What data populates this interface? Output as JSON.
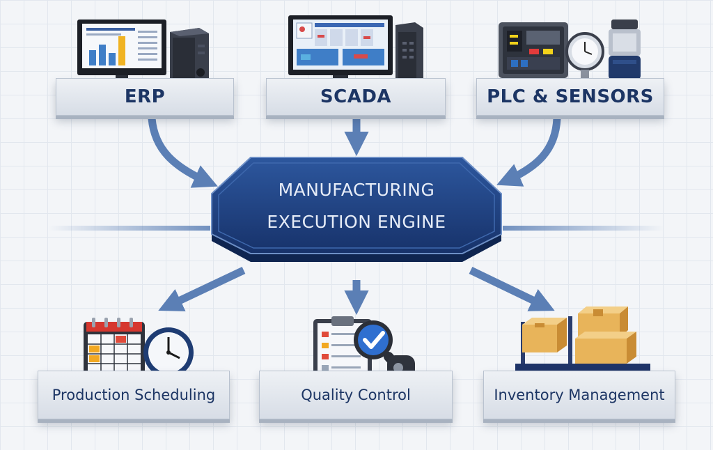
{
  "hub": {
    "line1": "MANUFACTURING",
    "line2": "EXECUTION ENGINE"
  },
  "sources": [
    {
      "label": "ERP",
      "icon": "erp-computer-icon"
    },
    {
      "label": "SCADA",
      "icon": "scada-computer-icon"
    },
    {
      "label": "PLC & SENSORS",
      "icon": "plc-sensors-icon"
    }
  ],
  "outputs": [
    {
      "label": "Production Scheduling",
      "icon": "calendar-clock-icon"
    },
    {
      "label": "Quality Control",
      "icon": "clipboard-checkmark-icon"
    },
    {
      "label": "Inventory Management",
      "icon": "pallet-boxes-icon"
    }
  ],
  "colors": {
    "hub": "#1f3f7a",
    "label_text": "#1c3564",
    "arrow": "#5b7fb5"
  }
}
